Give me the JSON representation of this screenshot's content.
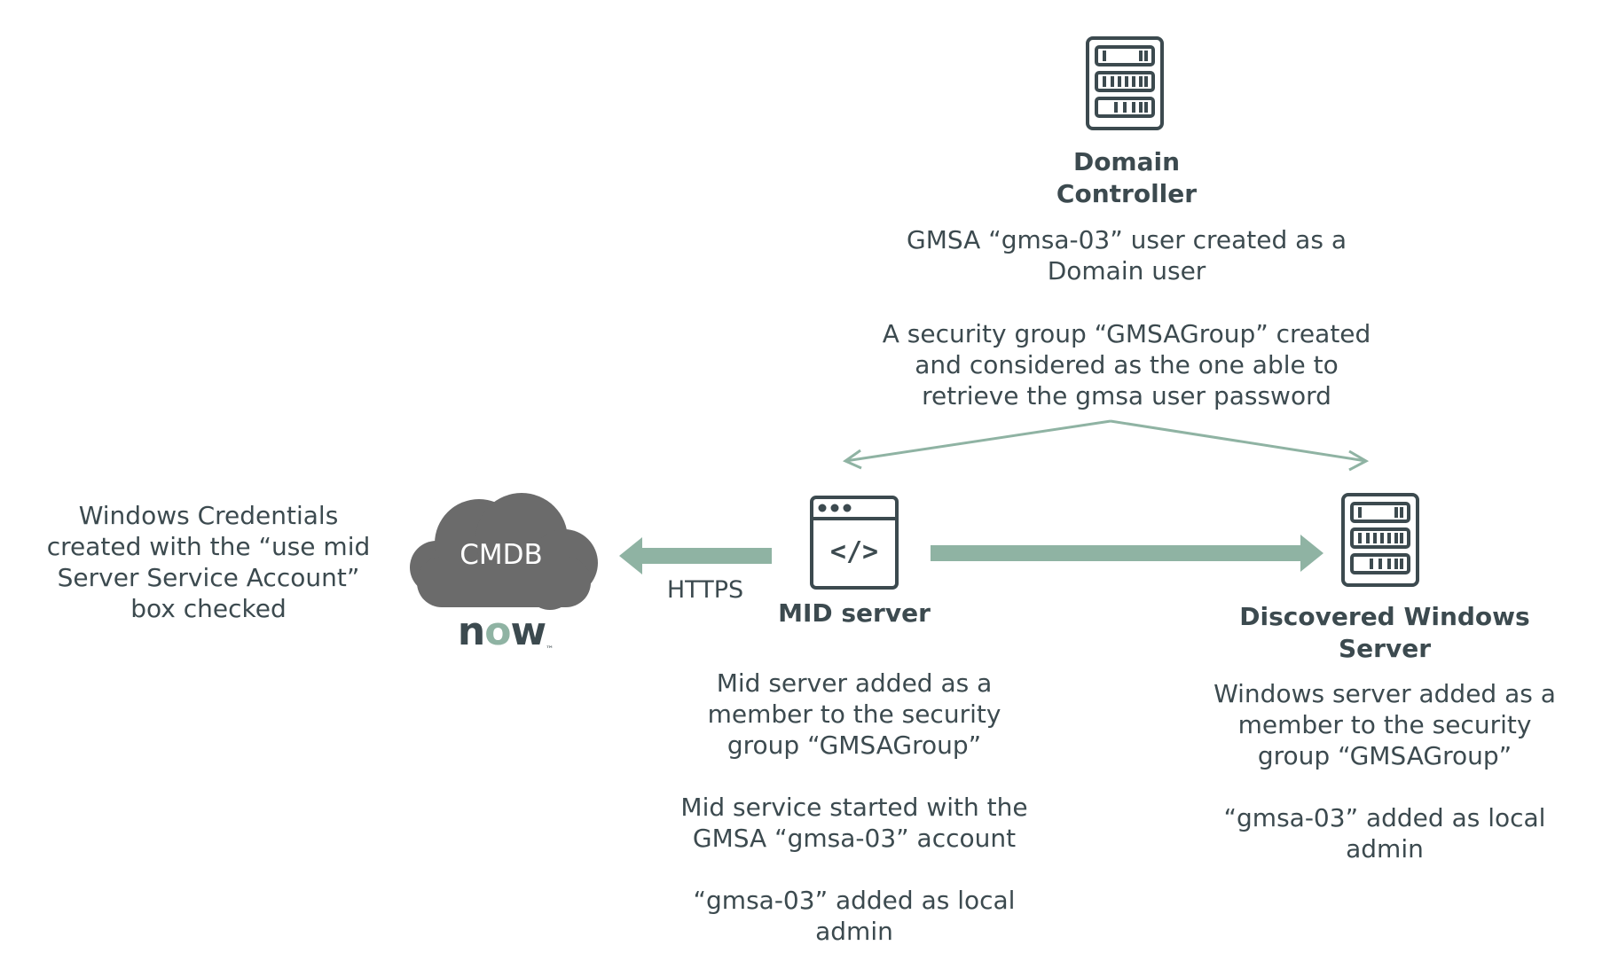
{
  "domain_controller": {
    "title_lines": [
      "Domain",
      "Controller"
    ],
    "desc1_lines": [
      "GMSA “gmsa-03” user created as a",
      "Domain user"
    ],
    "desc2_lines": [
      "A security group “GMSAGroup” created",
      "and considered as the one able to",
      "retrieve the gmsa user password"
    ]
  },
  "windows_credentials": {
    "lines": [
      "Windows Credentials",
      "created with the “use mid",
      "Server Service Account”",
      "box checked"
    ]
  },
  "cmdb": {
    "cloud_label": "CMDB",
    "logo_text": "now",
    "logo_tm": "™"
  },
  "https_label": "HTTPS",
  "mid_server": {
    "title": "MID server",
    "icon_glyph": "</>",
    "desc1_lines": [
      "Mid server added as a",
      "member to the security",
      "group “GMSAGroup”"
    ],
    "desc2_lines": [
      "Mid service started with the",
      "GMSA “gmsa-03” account"
    ],
    "desc3_lines": [
      "“gmsa-03” added as local",
      "admin"
    ]
  },
  "discovered_server": {
    "title_lines": [
      "Discovered Windows",
      "Server"
    ],
    "desc1_lines": [
      "Windows server added as a",
      "member to the security",
      "group “GMSAGroup”"
    ],
    "desc2_lines": [
      "“gmsa-03” added as local",
      "admin"
    ]
  },
  "colors": {
    "accent": "#8fb3a3",
    "icon_stroke": "#3c4a4f",
    "cloud": "#6b6b6b",
    "logo": "#3c4a4f",
    "logo_o": "#8fb3a3"
  }
}
